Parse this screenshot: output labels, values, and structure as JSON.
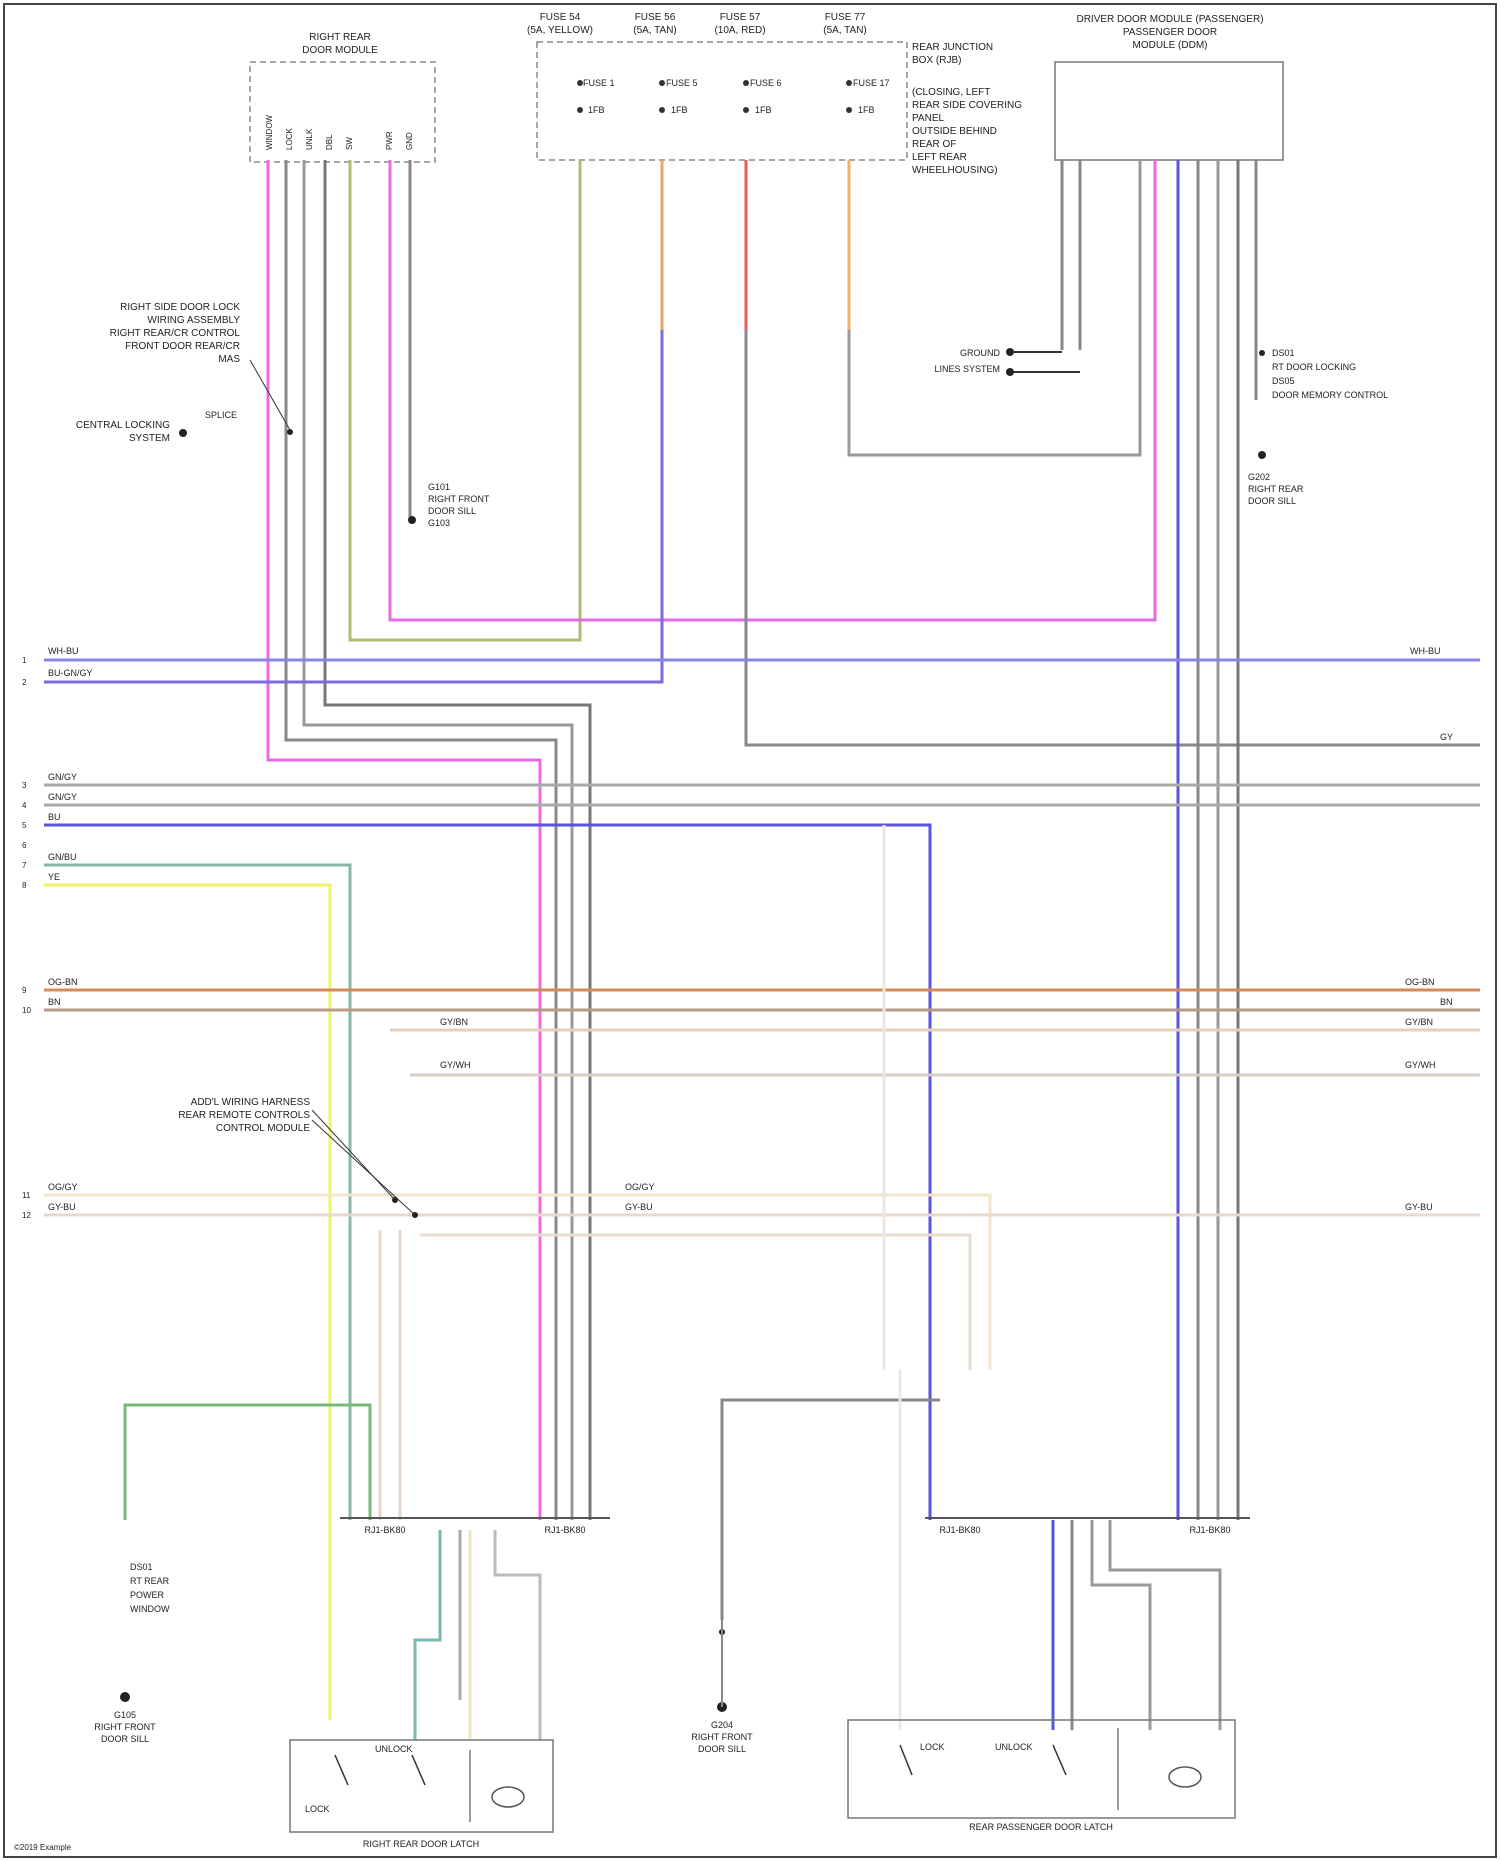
{
  "fuses": [
    {
      "name": "FUSE 54",
      "amps": "(5A, YELLOW)",
      "contact": "FUSE 1",
      "pin": "1FB"
    },
    {
      "name": "FUSE 56",
      "amps": "(5A, TAN)",
      "contact": "FUSE 5",
      "pin": "1FB"
    },
    {
      "name": "FUSE 57",
      "amps": "(10A, RED)",
      "contact": "FUSE 6",
      "pin": "1FB"
    },
    {
      "name": "FUSE 77",
      "amps": "(5A, TAN)",
      "contact": "FUSE 17",
      "pin": "1FB"
    }
  ],
  "fuse_box_note": [
    "REAR JUNCTION",
    "BOX (RJB)",
    "",
    "(CLOSING, LEFT",
    "REAR SIDE COVERING",
    "PANEL",
    "OUTSIDE BEHIND",
    "REAR OF",
    "LEFT REAR",
    "WHEELHOUSING)"
  ],
  "left_module_title": [
    "RIGHT REAR",
    "DOOR MODULE"
  ],
  "right_module_title": [
    "DRIVER DOOR MODULE (PASSENGER)",
    "PASSENGER DOOR",
    "MODULE (DDM)"
  ],
  "left_ground_callout": [
    "RIGHT SIDE DOOR LOCK",
    "WIRING ASSEMBLY",
    "RIGHT REAR/CR CONTROL",
    "FRONT DOOR REAR/CR",
    "MAS"
  ],
  "central_locking": [
    "CENTRAL LOCKING",
    "SYSTEM"
  ],
  "splice_label": "SPLICE",
  "ground_upper_left": [
    "G101",
    "RIGHT FRONT",
    "DOOR SILL",
    "G103"
  ],
  "grounds_right": [
    "GROUND",
    "LINES SYSTEM"
  ],
  "right_connector_notes": [
    "DS01",
    "RT DOOR LOCKING",
    "DS05",
    "DOOR MEMORY CONTROL"
  ],
  "ground_right": [
    "G202",
    "RIGHT REAR",
    "DOOR SILL"
  ],
  "mid_callout": [
    "ADD'L WIRING HARNESS",
    "REAR REMOTE CONTROLS",
    "CONTROL MODULE"
  ],
  "connectors": {
    "a": "RJ1-BK80",
    "b": "RJ1-BK80",
    "c": "RJ1-BK80",
    "d": "RJ1-BK80"
  },
  "left_switch_labels": [
    "DS01",
    "RT REAR",
    "POWER",
    "WINDOW"
  ],
  "ground_lower_left": [
    "G105",
    "RIGHT FRONT",
    "DOOR SILL"
  ],
  "ground_lower_mid": [
    "G204",
    "RIGHT FRONT",
    "DOOR SILL"
  ],
  "left_lock": {
    "title": "RIGHT REAR DOOR LATCH",
    "switch": "UNLOCK",
    "lock": "LOCK"
  },
  "right_lock": {
    "title": "REAR PASSENGER DOOR LATCH",
    "switch": "LOCK",
    "lock": "UNLOCK"
  },
  "bus_left_numbers": [
    "1",
    "2",
    "3",
    "4",
    "5",
    "6",
    "7",
    "8",
    "9",
    "10",
    "11",
    "12"
  ],
  "bus_labels": {
    "wh_bu": "WH-BU",
    "bu_gy": "BU-GN/GY",
    "gy": "GY",
    "ye_gy": "GN/GY",
    "ye_gy2": "GN/GY",
    "ye": "YE",
    "gn_bu": "GN/BU",
    "bu": "BU",
    "og_br": "OG-BN",
    "br": "BN",
    "gy_br": "GY/BN",
    "gy_wh": "GY/WH",
    "og_gy": "OG/GY",
    "gy_bu": "GY-BU"
  },
  "footer": "©2019 Example"
}
